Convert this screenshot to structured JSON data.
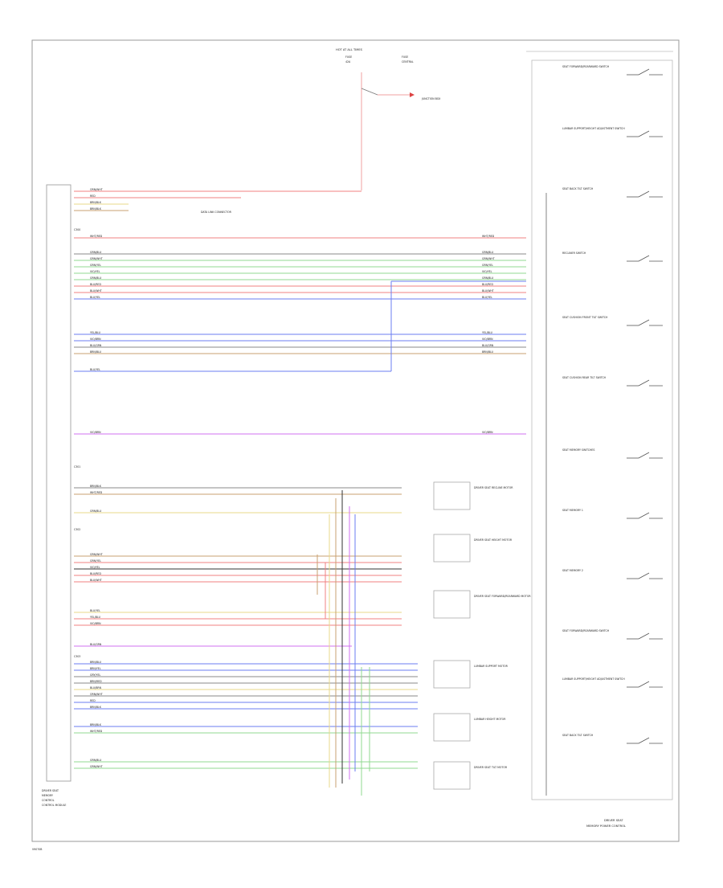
{
  "diagram": {
    "title_bottom_right": [
      "DRIVER SEAT",
      "MEMORY POWER CONTROL"
    ],
    "page_code": "V9070B",
    "module_left": [
      "DRIVER SEAT",
      "MEMORY",
      "CONTROL",
      "CONTROL MODULE"
    ],
    "top_power": [
      "HOT AT ALL TIMES",
      "FUSE",
      "42A",
      "FUSE",
      "CENTRAL",
      "JUNCTION BOX"
    ],
    "ground_note": "DATA LINK CONNECTOR",
    "connectors": [
      "C300",
      "C301",
      "C302",
      "C303"
    ],
    "wire_labels": [
      "ORN/WHT",
      "RED",
      "BRN/BLK",
      "BRN/BLK",
      "WHT/RED",
      "GRN/BLU",
      "GRN/WHT",
      "GRN/YEL",
      "VIO/YEL",
      "BLU/RED",
      "BLU/WHT",
      "BLU/YEL",
      "YEL/BLU",
      "VIO/BRN",
      "BLU/GRN",
      "BRN/BLU",
      "BRN/YEL",
      "GRY/YEL",
      "BRN/RED",
      "BLU/BRN"
    ],
    "right_components": [
      "SEAT FORWARD/REARWARD SWITCH",
      "LUMBAR SUPPORT/HEIGHT ADJUSTMENT SWITCH",
      "SEAT BACK TILT SWITCH",
      "RECLINER SWITCH",
      "SEAT CUSHION FRONT TILT SWITCH",
      "SEAT CUSHION REAR TILT SWITCH",
      "SEAT MEMORY SWITCHES",
      "SEAT MEMORY 1",
      "SEAT MEMORY 2"
    ],
    "mid_components": [
      "DRIVER SEAT RECLINE MOTOR",
      "DRIVER SEAT HEIGHT MOTOR",
      "DRIVER SEAT FORWARD/REARWARD MOTOR",
      "LUMBAR SUPPORT MOTOR",
      "LUMBAR HEIGHT MOTOR",
      "DRIVER SEAT TILT MOTOR"
    ]
  },
  "colors": {
    "red": "#f08080",
    "green": "#90d890",
    "blue": "#6b7cf0",
    "yellow": "#e8d88a",
    "brown": "#c8a070",
    "violet": "#d070f0",
    "gray": "#888888",
    "black": "#333333"
  }
}
